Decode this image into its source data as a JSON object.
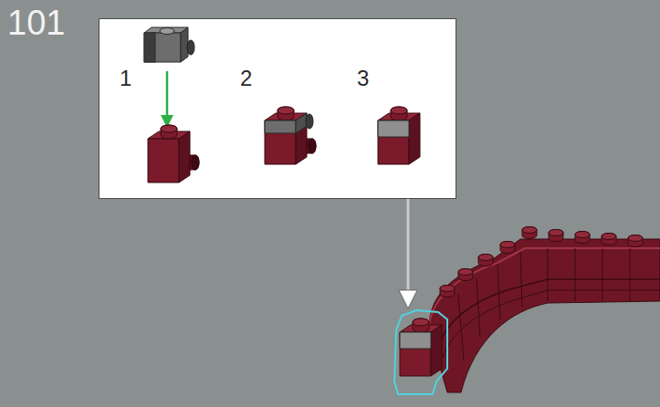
{
  "diagram": {
    "nodes": [
      {
        "text": [
          "1",
          "2",
          "3"
        ]
      }
    ],
    "labels": [
      "101"
    ]
  }
}
